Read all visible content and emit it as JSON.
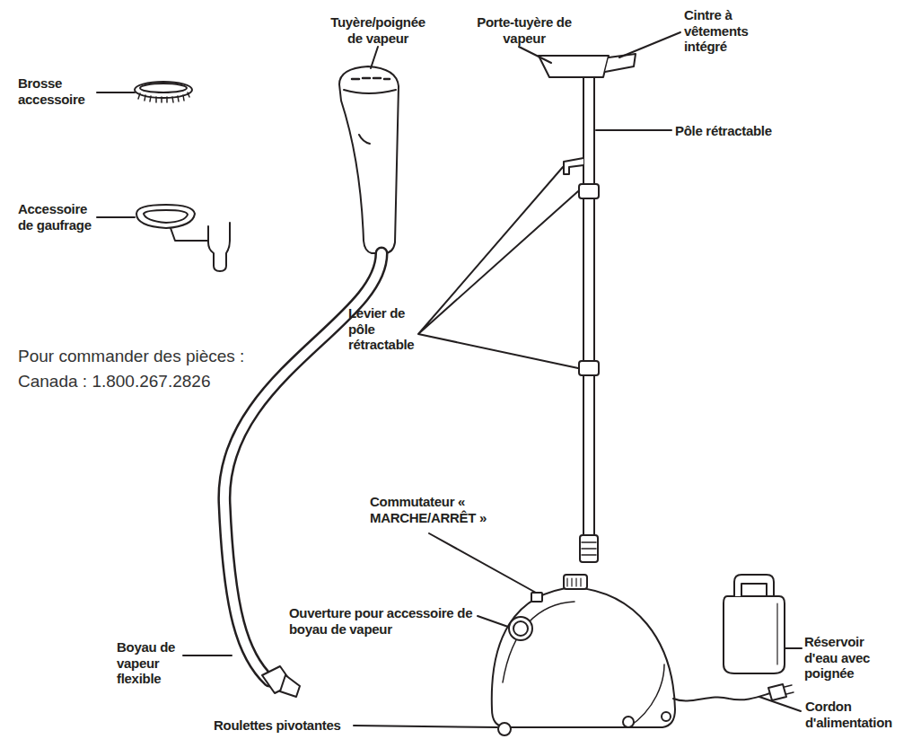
{
  "diagram": {
    "labels": [
      "Tuyère/poignée de vapeur",
      "Porte-tuyère de vapeur",
      "Cintre à vêtements intégré",
      "Brosse accessoire",
      "Pôle rétractable",
      "Accessoire de gaufrage",
      "Levier de pôle rétractable",
      "Pour commander des pièces :",
      "Canada : 1.800.267.2826",
      "Commutateur « MARCHE/ARRÊT »",
      "Ouverture pour accessoire de boyau de vapeur",
      "Réservoir d'eau avec poignée",
      "Boyau de vapeur flexible",
      "Cordon d'alimentation",
      "Roulettes pivotantes"
    ]
  }
}
